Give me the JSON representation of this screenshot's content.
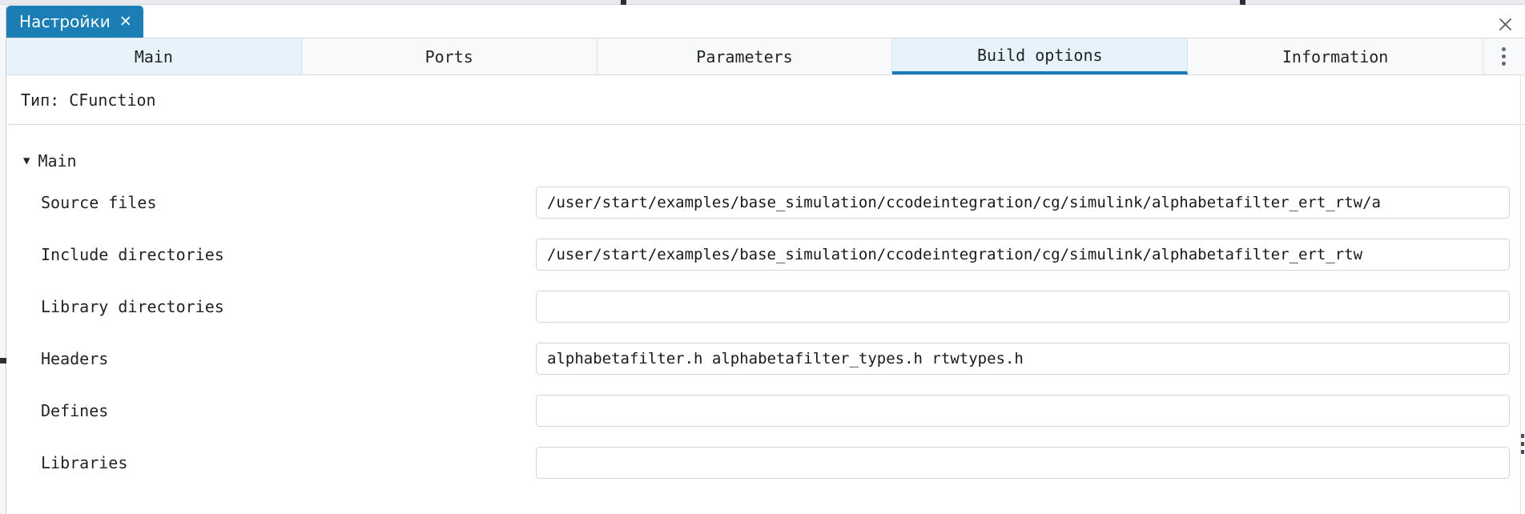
{
  "window": {
    "tab_label": "Настройки",
    "tab_close_icon": "close-icon",
    "close_icon": "close-icon"
  },
  "tabs": {
    "items": [
      {
        "label": "Main",
        "state": "pale"
      },
      {
        "label": "Ports",
        "state": "normal"
      },
      {
        "label": "Parameters",
        "state": "normal"
      },
      {
        "label": "Build options",
        "state": "active"
      },
      {
        "label": "Information",
        "state": "normal"
      }
    ],
    "overflow_icon": "kebab-menu-icon"
  },
  "type_row": {
    "text": "Тип: CFunction"
  },
  "group": {
    "caret": "▼",
    "title": "Main"
  },
  "fields": [
    {
      "label": "Source files",
      "value": "/user/start/examples/base_simulation/ccodeintegration/cg/simulink/alphabetafilter_ert_rtw/a",
      "placeholder": ""
    },
    {
      "label": "Include directories",
      "value": "/user/start/examples/base_simulation/ccodeintegration/cg/simulink/alphabetafilter_ert_rtw",
      "placeholder": ""
    },
    {
      "label": "Library directories",
      "value": "",
      "placeholder": ""
    },
    {
      "label": "Headers",
      "value": "alphabetafilter.h alphabetafilter_types.h rtwtypes.h",
      "placeholder": ""
    },
    {
      "label": "Defines",
      "value": "",
      "placeholder": ""
    },
    {
      "label": "Libraries",
      "value": "",
      "placeholder": ""
    }
  ],
  "colors": {
    "accent": "#1878b9",
    "tab_active_bg": "#e7f3fb",
    "window_tab_bg": "#1b7fb5",
    "border": "#d8dbde",
    "text": "#1f2326"
  }
}
